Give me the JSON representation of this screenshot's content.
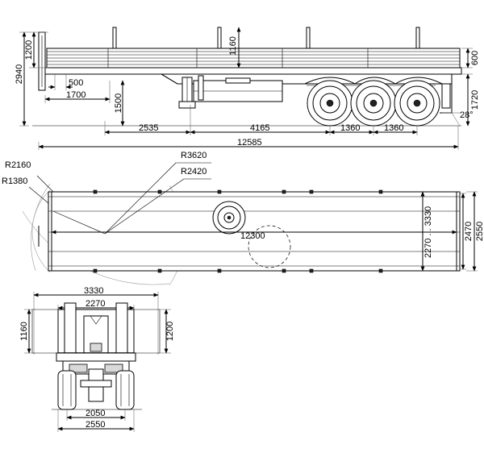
{
  "side_view": {
    "height_platform_top": "1200",
    "height_total": "2940",
    "side_board_height": "1160",
    "stake_height": "600",
    "front_offset": "500",
    "kingpin_offset": "1700",
    "coupling_height": "1500",
    "rear_height": "1720",
    "departure_angle": "28°",
    "dim_2535": "2535",
    "dim_4165": "4165",
    "axle_spacing_1": "1360",
    "axle_spacing_2": "1360",
    "overall_length": "12585"
  },
  "plan_view": {
    "radius_2160": "R2160",
    "radius_1380": "R1380",
    "radius_3620": "R3620",
    "radius_2420": "R2420",
    "length_12300": "12300",
    "width_range": "2270 ... 3330",
    "width_2470": "2470",
    "width_2550": "2550"
  },
  "rear_view": {
    "width_3330": "3330",
    "width_2270": "2270",
    "height_1160": "1160",
    "height_1200": "1200",
    "track_2050": "2050",
    "width_2550": "2550"
  }
}
